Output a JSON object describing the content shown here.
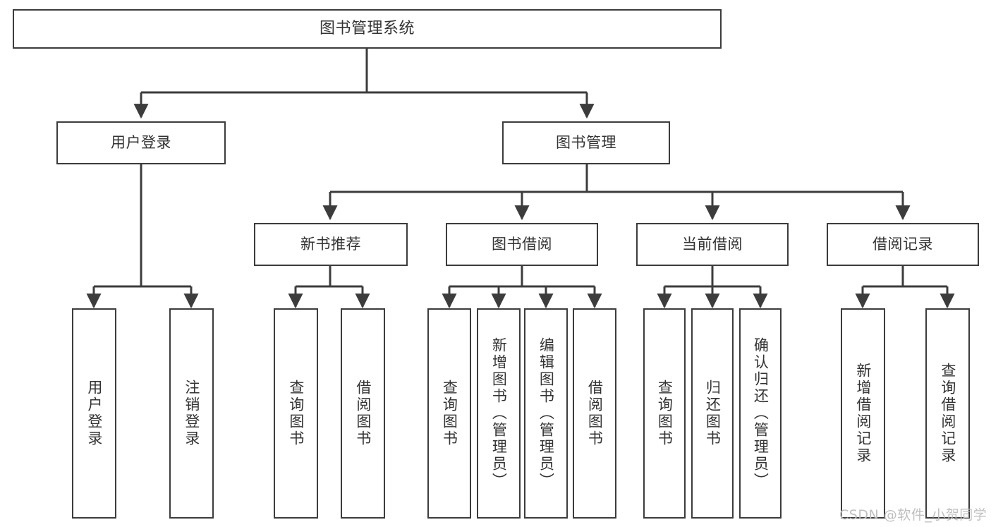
{
  "diagram": {
    "title": "图书管理系统",
    "type": "tree-hierarchy",
    "stroke_color": "#3c3c3c",
    "fill_color": "#ffffff",
    "text_color": "#333333",
    "watermark": "CSDN @软件_小贺同学"
  },
  "nodes": {
    "root": {
      "label": "图书管理系统"
    },
    "level2": [
      {
        "label": "用户登录"
      },
      {
        "label": "图书管理"
      }
    ],
    "level3": [
      {
        "label": "新书推荐"
      },
      {
        "label": "图书借阅"
      },
      {
        "label": "当前借阅"
      },
      {
        "label": "借阅记录"
      }
    ],
    "leaves": {
      "user_login": [
        {
          "label": "用户登录"
        },
        {
          "label": "注销登录"
        }
      ],
      "new_book_recommend": [
        {
          "label": "查询图书"
        },
        {
          "label": "借阅图书"
        }
      ],
      "book_borrow": [
        {
          "label": "查询图书"
        },
        {
          "label": "新增图书（管理员）"
        },
        {
          "label": "编辑图书（管理员）"
        },
        {
          "label": "借阅图书"
        }
      ],
      "current_borrow": [
        {
          "label": "查询图书"
        },
        {
          "label": "归还图书"
        },
        {
          "label": "确认归还（管理员）"
        }
      ],
      "borrow_record": [
        {
          "label": "新增借阅记录"
        },
        {
          "label": "查询借阅记录"
        }
      ]
    }
  }
}
